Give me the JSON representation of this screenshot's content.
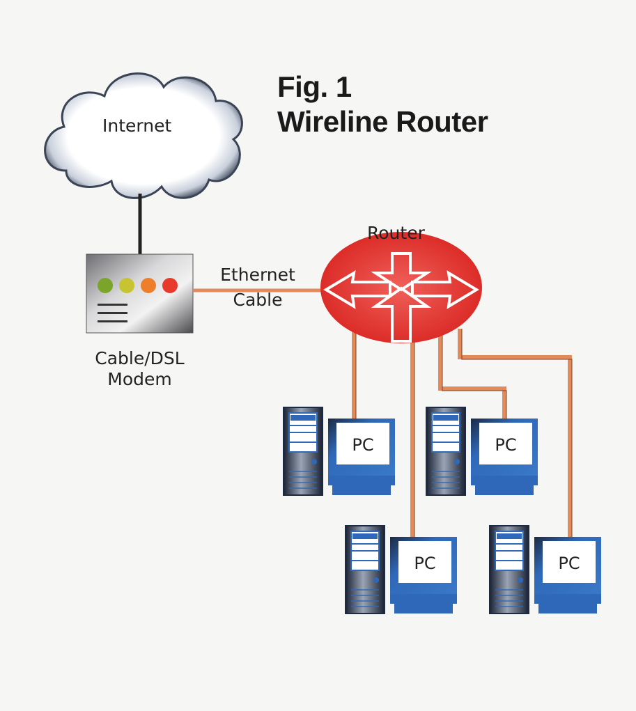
{
  "figure": {
    "number_label": "Fig. 1",
    "title": "Wireline Router"
  },
  "nodes": {
    "internet": {
      "label": "Internet"
    },
    "modem": {
      "label_line1": "Cable/DSL",
      "label_line2": "Modem",
      "indicator_lights": [
        {
          "name": "green",
          "color": "#7aa52a"
        },
        {
          "name": "yellow",
          "color": "#c8c431"
        },
        {
          "name": "orange",
          "color": "#ee7f2a"
        },
        {
          "name": "red",
          "color": "#e83a2c"
        }
      ]
    },
    "router": {
      "label": "Router",
      "color": "#e2302c"
    },
    "pcs": [
      {
        "id": "pc-1",
        "label": "PC"
      },
      {
        "id": "pc-2",
        "label": "PC"
      },
      {
        "id": "pc-3",
        "label": "PC"
      },
      {
        "id": "pc-4",
        "label": "PC"
      }
    ]
  },
  "links": {
    "ethernet": {
      "label_line1": "Ethernet",
      "label_line2": "Cable",
      "color": "#e38a5a"
    },
    "internet_to_modem": {
      "color": "#222222"
    },
    "router_to_pcs_color": "#e38a5a"
  },
  "colors": {
    "pc_blue": "#2f68b8",
    "pc_dark": "#1c2a44",
    "tower_gray": "#7f8a99"
  }
}
